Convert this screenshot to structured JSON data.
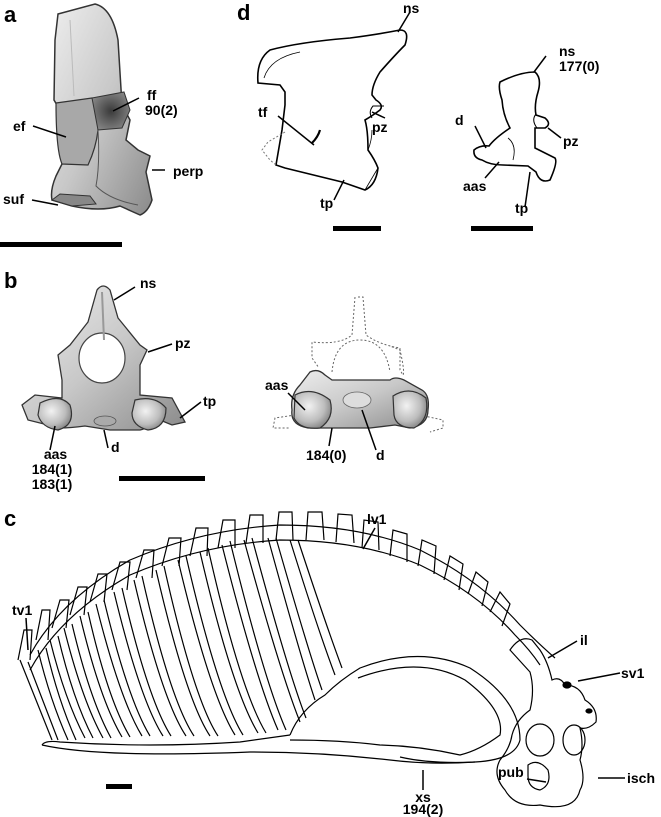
{
  "figure": {
    "panels": {
      "a": {
        "letter": "a",
        "labels": {
          "ef": "ef",
          "ff": "ff",
          "ff_code": "90(2)",
          "perp": "perp",
          "suf": "suf"
        }
      },
      "b": {
        "letter": "b",
        "labels": {
          "ns": "ns",
          "pz": "pz",
          "tp": "tp",
          "d_left": "d",
          "aas_left": "aas",
          "aas_left_codes": "184(1)\n183(1)",
          "aas_right": "aas",
          "code_right": "184(0)",
          "d_right": "d"
        }
      },
      "c": {
        "letter": "c",
        "labels": {
          "tv1": "tv1",
          "lv1": "lv1",
          "il": "il",
          "sv1": "sv1",
          "pub": "pub",
          "isch": "isch",
          "xs": "xs",
          "xs_code": "194(2)"
        }
      },
      "d": {
        "letter": "d",
        "labels": {
          "ns_left": "ns",
          "tf": "tf",
          "pz_left": "pz",
          "tp_left": "tp",
          "ns_right": "ns",
          "ns_right_code": "177(0)",
          "d_right": "d",
          "pz_right": "pz",
          "aas_right": "aas",
          "tp_right": "tp"
        }
      }
    },
    "colors": {
      "ink": "#000000",
      "bone_light": "#e6e6e6",
      "bone_mid": "#b4b4b4",
      "bone_dark": "#6e6e6e",
      "background": "#ffffff"
    }
  }
}
